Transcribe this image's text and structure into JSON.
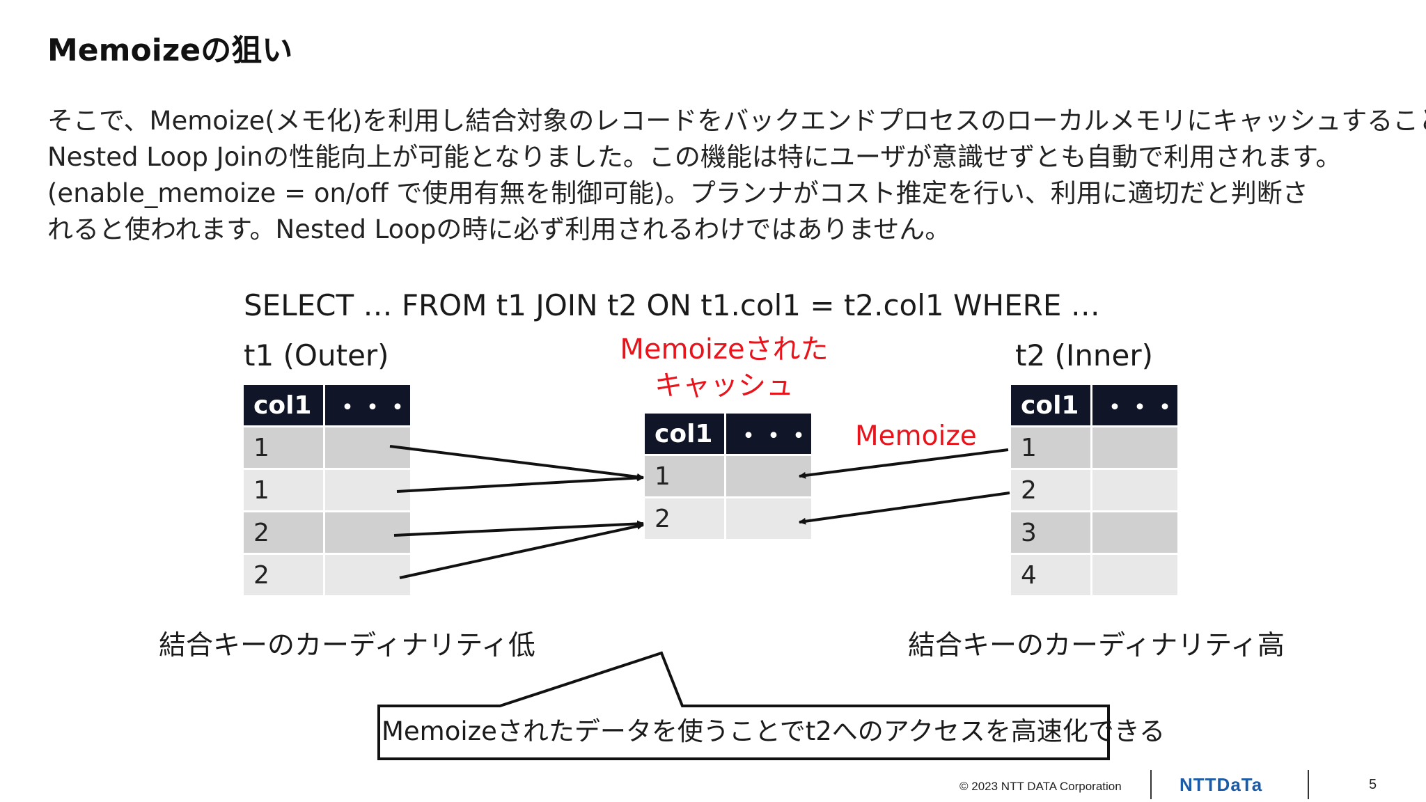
{
  "slide": {
    "title": "Memoizeの狙い",
    "paragraph": [
      "そこで、Memoize(メモ化)を利用し結合対象のレコードをバックエンドプロセスのローカルメモリにキャッシュすることで、",
      "Nested Loop Joinの性能向上が可能となりました。この機能は特にユーザが意識せずとも自動で利用されます。",
      "(enable_memoize = on/off で使用有無を制御可能)。プランナがコスト推定を行い、利用に適切だと判断さ",
      "れると使われます。Nested Loopの時に必ず利用されるわけではありません。"
    ]
  },
  "diagram": {
    "sql": "SELECT … FROM t1 JOIN t2 ON t1.col1 = t2.col1 WHERE …",
    "outer_label": "t1 (Outer)",
    "inner_label": "t2 (Inner)",
    "cache_label_line1": "Memoizeされた",
    "cache_label_line2": "キャッシュ",
    "memoize_arrow_label": "Memoize",
    "header_col1": "col1",
    "header_more": "・・・",
    "outer_rows": [
      "1",
      "1",
      "2",
      "2"
    ],
    "cache_rows": [
      "1",
      "2"
    ],
    "inner_rows": [
      "1",
      "2",
      "3",
      "4"
    ],
    "outer_cardinality": "結合キーのカーディナリティ低",
    "inner_cardinality": "結合キーのカーディナリティ高",
    "callout": "Memoizeされたデータを使うことでt2へのアクセスを高速化できる"
  },
  "footer": {
    "copyright": "© 2023 NTT DATA Corporation",
    "logo": "NTTDaTa",
    "page_number": "5"
  }
}
